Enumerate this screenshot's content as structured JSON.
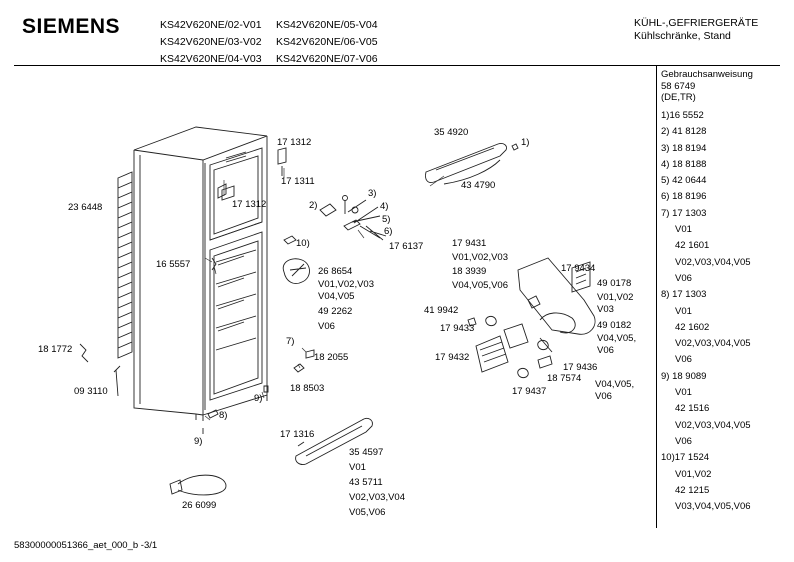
{
  "header": {
    "brand": "SIEMENS",
    "models_col1": [
      "KS42V620NE/02-V01",
      "KS42V620NE/03-V02",
      "KS42V620NE/04-V03"
    ],
    "models_col2": [
      "KS42V620NE/05-V04",
      "KS42V620NE/06-V05",
      "KS42V620NE/07-V06"
    ],
    "category_line1": "KÜHL-,GEFRIERGERÄTE",
    "category_line2": "Kühlschränke, Stand"
  },
  "sidebar": {
    "manual_title": "Gebrauchsanweisung",
    "manual_number": "58 6749",
    "manual_lang": "(DE,TR)",
    "list": [
      "1)16 5552",
      "2) 41 8128",
      "3) 18 8194",
      "4) 18 8188",
      "5) 42 0644",
      "6) 18 8196",
      "7) 17 1303",
      "V01",
      "42 1601",
      "V02,V03,V04,V05",
      "V06",
      "8) 17 1303",
      "V01",
      "42 1602",
      "V02,V03,V04,V05",
      "V06",
      "9) 18 9089",
      "V01",
      "42 1516",
      "V02,V03,V04,V05",
      "V06",
      "10)17 1524",
      "V01,V02",
      "42 1215",
      "V03,V04,V05,V06"
    ]
  },
  "labels": {
    "p171312a": "17 1312",
    "p171311": "17 1311",
    "p171312b": "17 1312",
    "p236448": "23 6448",
    "p165557": "16 5557",
    "p181772": "18 1772",
    "p093110": "09 3110",
    "c2": "2)",
    "c3": "3)",
    "c4": "4)",
    "c5": "5)",
    "c6": "6)",
    "p176137": "17 6137",
    "c10": "10)",
    "p268654": "26 8654",
    "v268654a": "V01,V02,V03",
    "v268654b": "V04,V05",
    "p492262": "49 2262",
    "v492262": "V06",
    "c7": "7)",
    "p182055": "18 2055",
    "p188503": "18 8503",
    "c9a": "9)",
    "c8": "8)",
    "c9b": "9)",
    "p354920": "35 4920",
    "c1": "1)",
    "p434790": "43 4790",
    "p179431": "17 9431",
    "v179431": "V01,V02,V03",
    "p183939": "18 3939",
    "v183939": "V04,V05,V06",
    "p179434": "17 9434",
    "p490178": "49 0178",
    "v490178a": "V01,V02",
    "v490178b": "V03",
    "p419942": "41 9942",
    "p179433": "17 9433",
    "p490182": "49 0182",
    "v490182a": "V04,V05,",
    "v490182b": "V06",
    "p179436": "17 9436",
    "p179432": "17 9432",
    "p187574": "18 7574",
    "p179437": "17 9437",
    "v179436a": "V04,V05,",
    "v179436b": "V06",
    "p171316": "17 1316",
    "p354597": "35 4597",
    "v354597": "V01",
    "p435711": "43 5711",
    "v435711a": "V02,V03,V04",
    "v435711b": "V05,V06",
    "p266099": "26 6099"
  },
  "footer": {
    "doc_id": "58300000051366_aet_000_b -3/1"
  }
}
